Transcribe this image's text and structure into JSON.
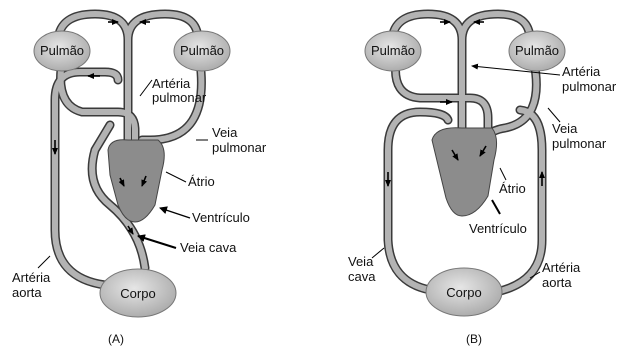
{
  "diagram_a": {
    "panel_label": "(A)",
    "lung_left": "Pulmão",
    "lung_right": "Pulmão",
    "body": "Corpo",
    "callouts": {
      "arteria_pulmonar_1": "Artéria",
      "arteria_pulmonar_2": "pulmonar",
      "veia_pulmonar_1": "Veia",
      "veia_pulmonar_2": "pulmonar",
      "atrio": "Átrio",
      "ventriculo": "Ventrículo",
      "veia_cava": "Veia cava",
      "arteria_aorta_1": "Artéria",
      "arteria_aorta_2": "aorta"
    }
  },
  "diagram_b": {
    "panel_label": "(B)",
    "lung_left": "Pulmão",
    "lung_right": "Pulmão",
    "body": "Corpo",
    "callouts": {
      "arteria_pulmonar_1": "Artéria",
      "arteria_pulmonar_2": "pulmonar",
      "veia_pulmonar_1": "Veia",
      "veia_pulmonar_2": "pulmonar",
      "atrio": "Átrio",
      "ventriculo": "Ventrículo",
      "veia_cava_1": "Veia",
      "veia_cava_2": "cava",
      "arteria_aorta_1": "Artéria",
      "arteria_aorta_2": "aorta"
    }
  },
  "colors": {
    "vessel_fill": "#9a9a9a",
    "vessel_edge": "#3a3a3a",
    "heart_fill": "#8c8c8c",
    "organ_fill": "#c4c4c4",
    "arrow": "#000000"
  }
}
